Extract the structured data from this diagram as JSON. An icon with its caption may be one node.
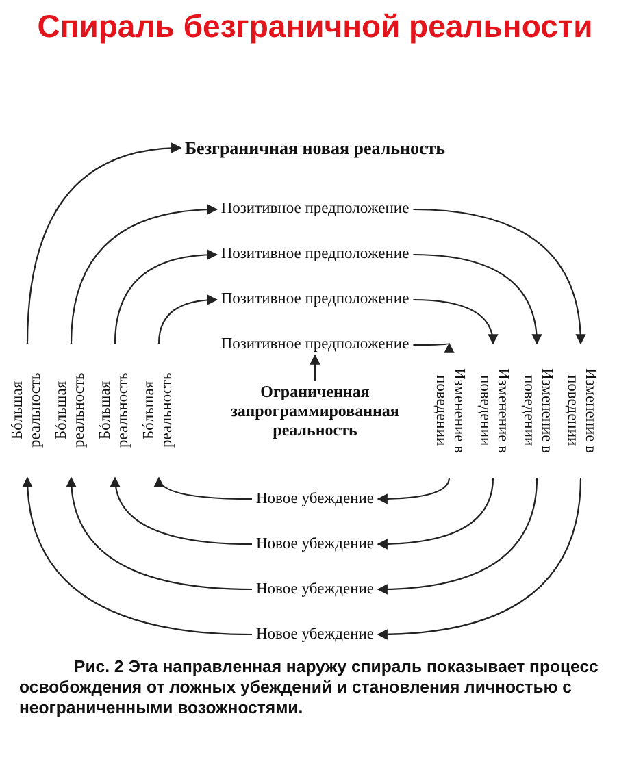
{
  "diagram": {
    "title": "Спираль безграничной реальности",
    "caption": "Рис. 2 Эта направленная наружу спираль показывает процесс освобождения от ложных убеждений и становления личностью с неограниченными возожностями.",
    "nodes": [
      {
        "text": [
          "Ограниченная запрограммированная реальность"
        ]
      },
      {
        "text": [
          "Позитивное предположение"
        ]
      },
      {
        "text": [
          "Изменение в поведении"
        ]
      },
      {
        "text": [
          "Новое убеждение"
        ]
      },
      {
        "text": [
          "Бóльшая реальность"
        ]
      },
      {
        "text": [
          "Позитивное предположение"
        ]
      },
      {
        "text": [
          "Изменение в поведении"
        ]
      },
      {
        "text": [
          "Новое убеждение"
        ]
      },
      {
        "text": [
          "Бóльшая реальность"
        ]
      },
      {
        "text": [
          "Позитивное предположение"
        ]
      },
      {
        "text": [
          "Изменение в поведении"
        ]
      },
      {
        "text": [
          "Новое убеждение"
        ]
      },
      {
        "text": [
          "Бóльшая реальность"
        ]
      },
      {
        "text": [
          "Позитивное предположение"
        ]
      },
      {
        "text": [
          "Изменение в поведении"
        ]
      },
      {
        "text": [
          "Новое убеждение"
        ]
      },
      {
        "text": [
          "Бóльшая реальность"
        ]
      },
      {
        "text": [
          "Безграничная новая реальность"
        ]
      }
    ],
    "edges": [
      {
        "from": 0,
        "to": 1,
        "arrow": "to"
      },
      {
        "from": 1,
        "to": 2,
        "arrow": "to"
      },
      {
        "from": 2,
        "to": 3,
        "arrow": "to"
      },
      {
        "from": 3,
        "to": 4,
        "arrow": "to"
      },
      {
        "from": 4,
        "to": 5,
        "arrow": "to"
      },
      {
        "from": 5,
        "to": 6,
        "arrow": "to"
      },
      {
        "from": 6,
        "to": 7,
        "arrow": "to"
      },
      {
        "from": 7,
        "to": 8,
        "arrow": "to"
      },
      {
        "from": 8,
        "to": 9,
        "arrow": "to"
      },
      {
        "from": 9,
        "to": 10,
        "arrow": "to"
      },
      {
        "from": 10,
        "to": 11,
        "arrow": "to"
      },
      {
        "from": 11,
        "to": 12,
        "arrow": "to"
      },
      {
        "from": 12,
        "to": 13,
        "arrow": "to"
      },
      {
        "from": 13,
        "to": 14,
        "arrow": "to"
      },
      {
        "from": 14,
        "to": 15,
        "arrow": "to"
      },
      {
        "from": 15,
        "to": 16,
        "arrow": "to"
      },
      {
        "from": 16,
        "to": 17,
        "arrow": "to"
      }
    ]
  }
}
